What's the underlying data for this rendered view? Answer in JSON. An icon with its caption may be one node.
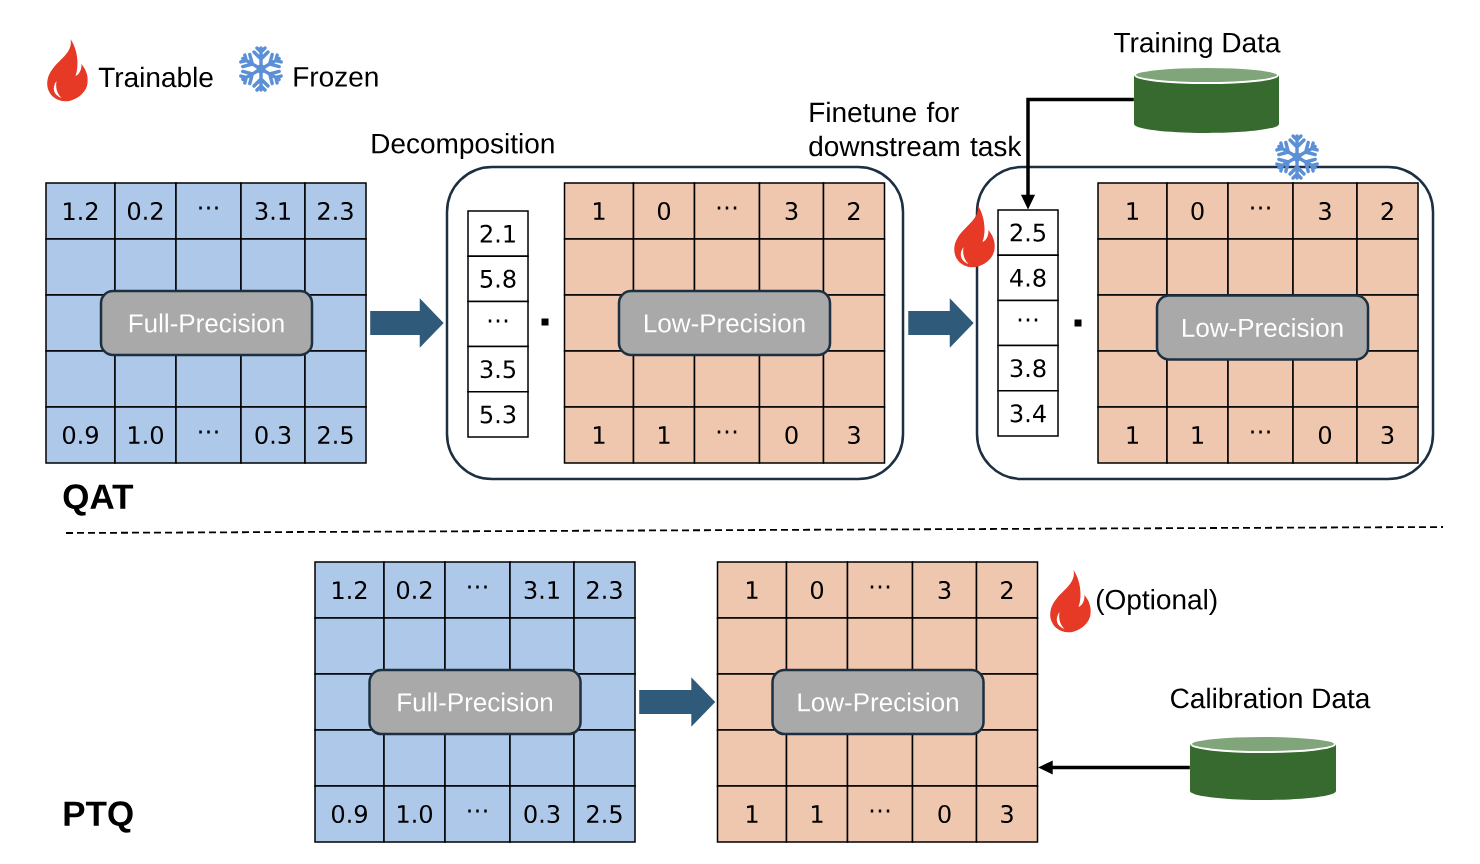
{
  "diagram": {
    "nodes": [
      {
        "text": [
          "1.2",
          "0.2",
          "⋯",
          "3.1",
          "2.3",
          "0.9",
          "1.0",
          "⋯",
          "0.3",
          "2.5"
        ]
      },
      {
        "text": [
          "Full-Precision"
        ],
        "in": 0
      },
      {
        "text": [],
        "shape": "box"
      },
      {
        "text": [
          "2.1",
          "5.8",
          "⋯",
          "3.5",
          "5.3"
        ],
        "in": 2
      },
      {
        "text": [
          "1",
          "0",
          "⋯",
          "3",
          "2",
          "1",
          "1",
          "⋯",
          "0",
          "3"
        ],
        "in": 2
      },
      {
        "text": [
          "Low-Precision"
        ],
        "in": 4
      },
      {
        "text": [],
        "shape": "box"
      },
      {
        "text": [
          "2.5",
          "4.8",
          "⋯",
          "3.8",
          "3.4"
        ],
        "in": 6
      },
      {
        "text": [
          "1",
          "0",
          "⋯",
          "3",
          "2",
          "1",
          "1",
          "⋯",
          "0",
          "3"
        ],
        "in": 6
      },
      {
        "text": [
          "Low-Precision"
        ],
        "in": 8
      },
      {
        "text": [
          "Training Data"
        ]
      },
      {
        "text": [
          "1.2",
          "0.2",
          "⋯",
          "3.1",
          "2.3",
          "0.9",
          "1.0",
          "⋯",
          "0.3",
          "2.5"
        ]
      },
      {
        "text": [
          "Full-Precision"
        ],
        "in": 11
      },
      {
        "text": [
          "1",
          "0",
          "⋯",
          "3",
          "2",
          "1",
          "1",
          "⋯",
          "0",
          "3"
        ],
        "beside": [
          "(Optional)"
        ]
      },
      {
        "text": [
          "Low-Precision"
        ],
        "in": 13
      },
      {
        "text": [
          "Calibration Data"
        ]
      }
    ],
    "edges": [
      {
        "from": 0,
        "to": 2,
        "arrow": "to"
      },
      {
        "from": 2,
        "to": 6,
        "arrow": "to"
      },
      {
        "from": 10,
        "to": 7,
        "arrow": "to",
        "color": "#000000"
      },
      {
        "from": 11,
        "to": 13,
        "arrow": "to"
      },
      {
        "from": 15,
        "to": 13,
        "arrow": "to",
        "color": "#000000"
      }
    ],
    "labels": [
      "Decomposition",
      "Finetune for downstream task",
      "QAT",
      "PTQ"
    ],
    "legend": [
      {
        "text": "Trainable"
      },
      {
        "text": "Frozen"
      }
    ]
  }
}
